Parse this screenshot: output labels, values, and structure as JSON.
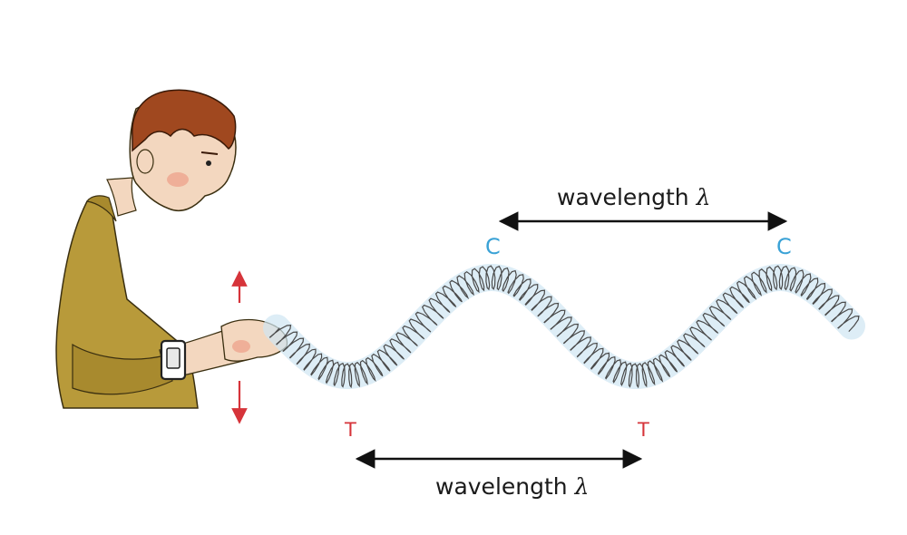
{
  "labels": {
    "wavelength_top": "wavelength",
    "wavelength_bottom": "wavelength",
    "lambda": "λ",
    "crest_1": "C",
    "crest_2": "C",
    "trough_1": "T",
    "trough_2": "T"
  },
  "colors": {
    "crest": "#3aa2d6",
    "trough": "#d6343a",
    "arrow": "#111111",
    "motion_arrow": "#d6343a",
    "spring": "#4a4a4a",
    "spring_glow": "#cfe6f2",
    "shirt": "#b89a3a",
    "skin": "#f3d7bf"
  },
  "icons": {
    "person": "person-shaking-spring",
    "motion": "up-down-arrow"
  }
}
